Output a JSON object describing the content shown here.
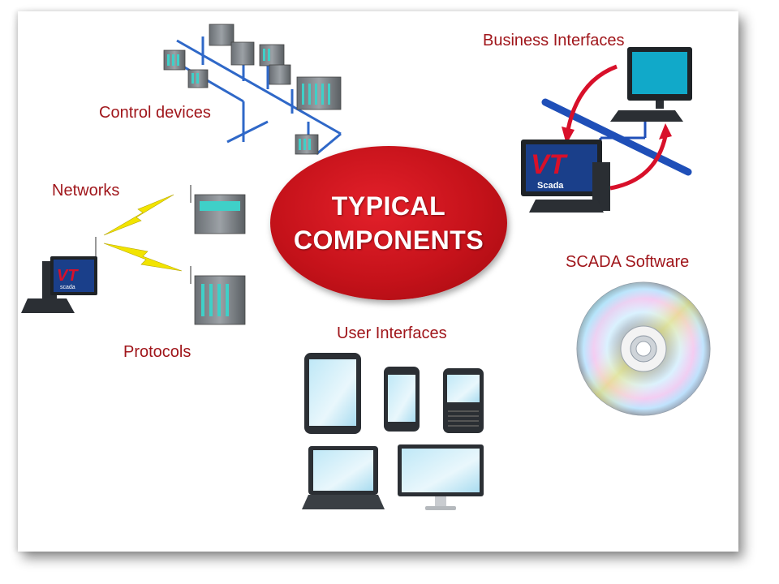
{
  "center": {
    "line1": "TYPICAL",
    "line2": "COMPONENTS"
  },
  "labels": {
    "control_devices": "Control devices",
    "business_interfaces": "Business Interfaces",
    "networks": "Networks",
    "protocols": "Protocols",
    "scada_software": "SCADA Software",
    "user_interfaces": "User Interfaces"
  },
  "logo": {
    "vt": "VT",
    "scada": "scada"
  },
  "colors": {
    "label_red": "#a0161b",
    "oval_red": "#c5121a",
    "network_blue": "#1f4fb8",
    "arrow_red": "#d8102a",
    "lightning_yellow": "#f2e400"
  }
}
